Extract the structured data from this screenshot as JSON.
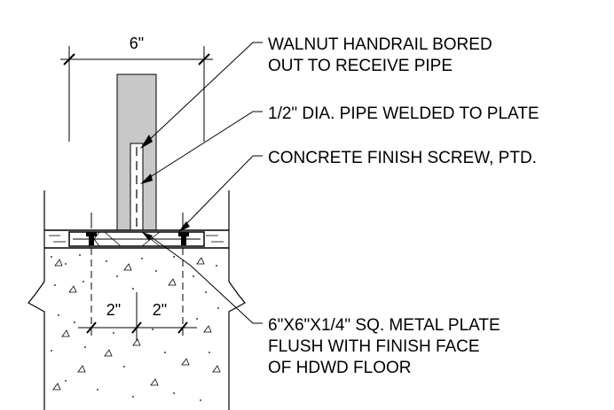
{
  "dimensions": {
    "width_label": "6\"",
    "screw_spacing_left": "2\"",
    "screw_spacing_right": "2\""
  },
  "callouts": [
    {
      "id": "handrail",
      "lines": [
        "WALNUT HANDRAIL BORED",
        "OUT TO RECEIVE PIPE"
      ]
    },
    {
      "id": "pipe",
      "lines": [
        "1/2\" DIA. PIPE WELDED TO PLATE"
      ]
    },
    {
      "id": "screw",
      "lines": [
        "CONCRETE FINISH SCREW, PTD."
      ]
    },
    {
      "id": "plate",
      "lines": [
        "6\"X6\"X1/4\" SQ. METAL PLATE",
        "FLUSH WITH FINISH FACE",
        "OF HDWD FLOOR"
      ]
    }
  ],
  "colors": {
    "line": "#000000",
    "handrail_fill": "#c8c8c8",
    "background": "#ffffff"
  }
}
